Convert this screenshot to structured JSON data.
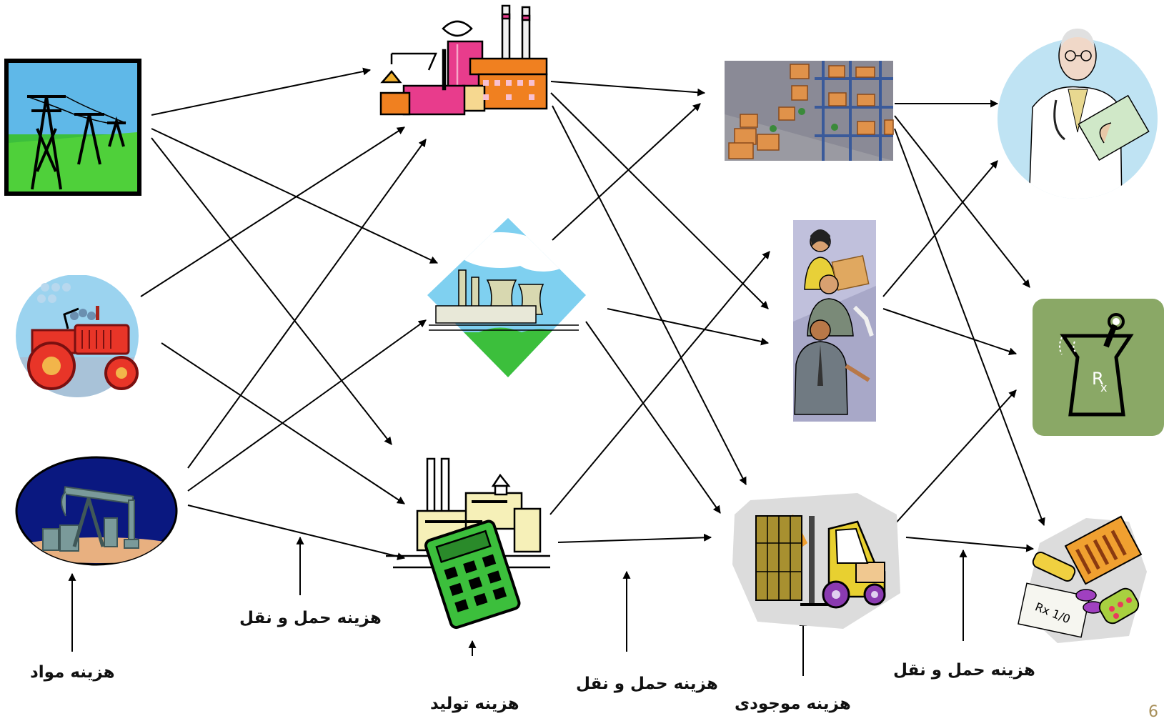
{
  "labels": {
    "material_cost": "هزینه مواد",
    "transport_cost_1": "هزینه حمل و نقل",
    "production_cost": "هزینه تولید",
    "transport_cost_2": "هزینه حمل و نقل",
    "inventory_cost": "هزینه موجودی",
    "transport_cost_3": "هزینه حمل و نقل"
  },
  "slide_number": "6",
  "nodes": {
    "suppliers": [
      "power-lines-icon",
      "tractor-icon",
      "oil-pump-icon"
    ],
    "plants": [
      "factory-icon",
      "power-plant-icon",
      "factory-calculator-icon"
    ],
    "warehouses": [
      "warehouse-icon",
      "workers-icon",
      "forklift-icon"
    ],
    "customers": [
      "doctor-icon",
      "pharmacy-mortar-icon",
      "medicine-icon"
    ]
  },
  "colors": {
    "arrow": "#000000",
    "sky": "#5fb8e8",
    "grass": "#3cbf3c",
    "oil_bg": "#0a1880",
    "pharmacy_bg": "#8aa866"
  }
}
